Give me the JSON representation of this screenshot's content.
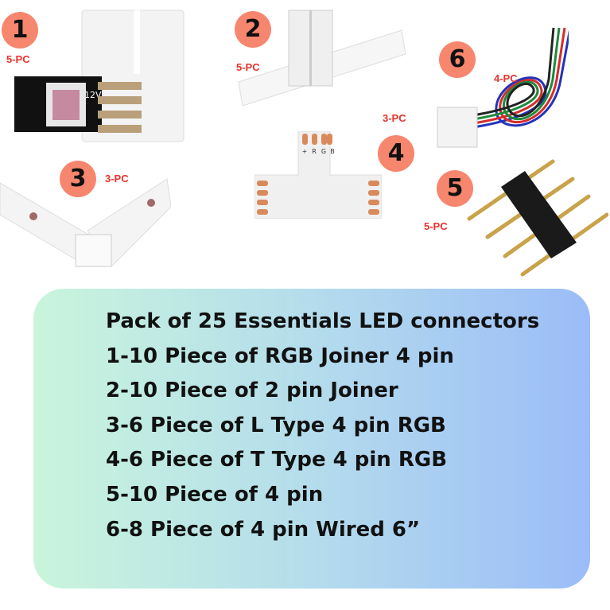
{
  "products": [
    {
      "number": "1",
      "quantity": "5-PC",
      "icon": "rgb-joiner-4pin"
    },
    {
      "number": "2",
      "quantity": "5-PC",
      "icon": "2pin-joiner"
    },
    {
      "number": "3",
      "quantity": "3-PC",
      "icon": "l-type-connector"
    },
    {
      "number": "4",
      "quantity": "3-PC",
      "icon": "t-type-connector"
    },
    {
      "number": "5",
      "quantity": "5-PC",
      "icon": "4pin-male-header"
    },
    {
      "number": "6",
      "quantity": "4-PC",
      "icon": "4pin-wired-connector"
    }
  ],
  "pcb_labels": {
    "top": [
      "+",
      "R",
      "G",
      "B"
    ],
    "voltage": "12V"
  },
  "colors": {
    "badge": "#f7866f",
    "quantity": "#e8322b"
  },
  "summary": {
    "title": "Pack of 25 Essentials LED connectors",
    "items": [
      "1-10 Piece of RGB Joiner 4 pin",
      "2-10 Piece of 2 pin Joiner",
      "3-6 Piece of L Type 4 pin RGB",
      "4-6 Piece of T Type 4 pin RGB",
      "5-10 Piece of 4 pin",
      "6-8 Piece of 4 pin Wired 6”"
    ]
  }
}
